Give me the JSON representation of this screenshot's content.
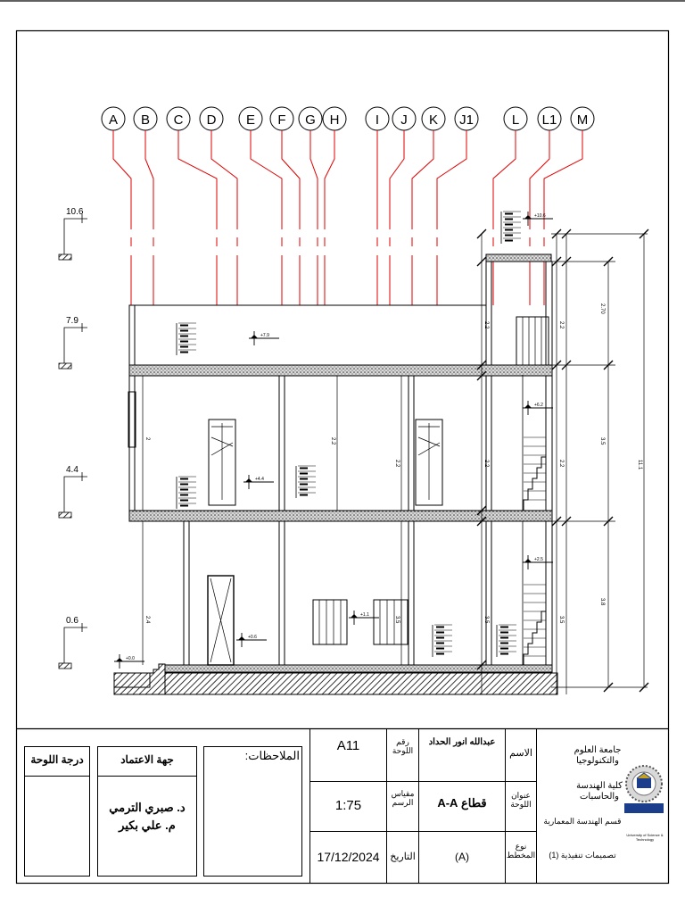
{
  "grid_axes": [
    "A",
    "B",
    "C",
    "D",
    "E",
    "F",
    "G",
    "H",
    "I",
    "J",
    "K",
    "J1",
    "L",
    "L1",
    "M"
  ],
  "levels": [
    {
      "label": "10.6"
    },
    {
      "label": "7.9"
    },
    {
      "label": "4.4"
    },
    {
      "label": "0.6"
    }
  ],
  "spot_levels": [
    "+10.6",
    "+7.9",
    "+6.2",
    "+4.4",
    "+2.5",
    "+1.1",
    "+0.6",
    "+0.0"
  ],
  "overall_dim": "11.1",
  "title_block": {
    "university": "جامعة العلوم والتكنولوجيا",
    "college": "كلية الهندسة والحاسبات",
    "department": "قسم الهندسة المعمارية",
    "course": "تصميمات تنفيذية (1)",
    "logo_caption": "University of Science & Technology",
    "name_label": "الاسم",
    "name_value": "عبدالله انور الحداد",
    "sheet_no_label": "رقم اللوحة",
    "sheet_no_value": "A11",
    "title_label": "عنوان اللوحة",
    "title_value": "قطاع A-A",
    "scale_label": "مقياس الرسم",
    "scale_value": "1:75",
    "type_label": "نوع المخطط",
    "type_value": "(A)",
    "date_label": "التاريخ",
    "date_value": "17/12/2024",
    "notes_label": "الملاحظات:",
    "approval_label": "جهة الاعتماد",
    "approver1": "د. صبري الترمي",
    "approver2": "م. علي بكير",
    "grade_label": "درجة اللوحة"
  },
  "colors": {
    "grid_line": "#e00000",
    "ink": "#000000"
  }
}
